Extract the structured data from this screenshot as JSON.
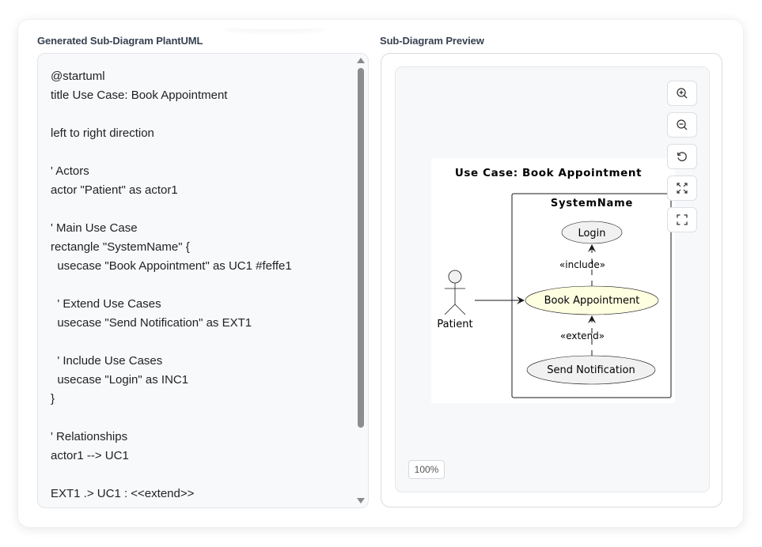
{
  "left_panel": {
    "label": "Generated Sub-Diagram PlantUML",
    "code": "@startuml\ntitle Use Case: Book Appointment\n\nleft to right direction\n\n' Actors\nactor \"Patient\" as actor1\n\n' Main Use Case\nrectangle \"SystemName\" {\n  usecase \"Book Appointment\" as UC1 #feffe1\n\n  ' Extend Use Cases\n  usecase \"Send Notification\" as EXT1\n\n  ' Include Use Cases\n  usecase \"Login\" as INC1\n}\n\n' Relationships\nactor1 --> UC1\n\nEXT1 .> UC1 : <<extend>>"
  },
  "right_panel": {
    "label": "Sub-Diagram Preview",
    "zoom_level": "100%",
    "toolbar": {
      "zoom_in": "zoom-in",
      "zoom_out": "zoom-out",
      "reset": "reset",
      "fit": "fit-to-view",
      "fullscreen": "fullscreen"
    },
    "diagram": {
      "title": "Use Case: Book Appointment",
      "system_name": "SystemName",
      "actor": "Patient",
      "usecases": {
        "login": "Login",
        "book": "Book Appointment",
        "notify": "Send Notification"
      },
      "include_label": "«include»",
      "extend_label": "«extend»",
      "colors": {
        "main_usecase_fill": "#feffe1",
        "usecase_fill": "#f1f1f1",
        "stroke": "#181818"
      }
    }
  }
}
